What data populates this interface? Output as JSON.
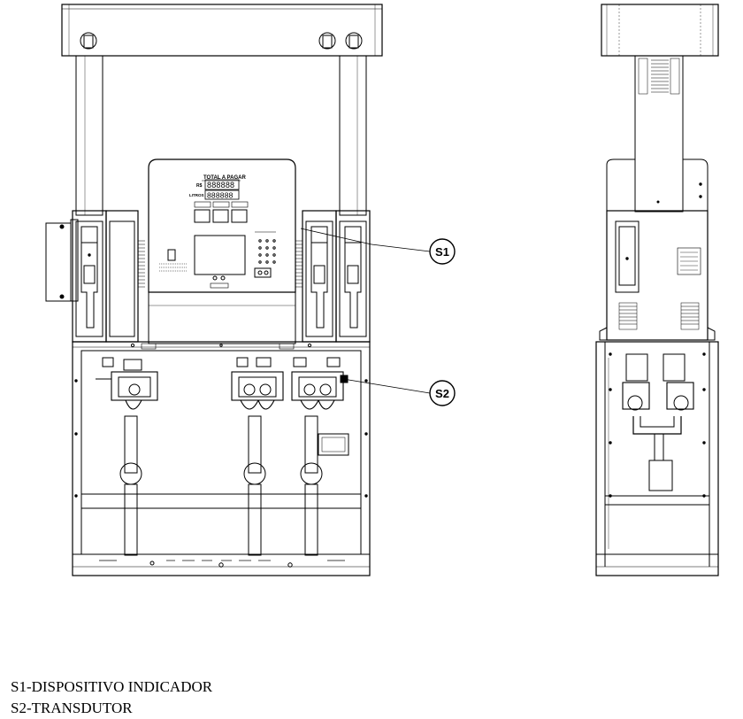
{
  "drawing": {
    "title": "",
    "display_header": "TOTAL A PAGAR",
    "display_currency": "R$",
    "display_volume": "LITROS",
    "display_digits": "888888",
    "brand_plate": "",
    "callouts": [
      {
        "id": "S1",
        "label": "S1"
      },
      {
        "id": "S2",
        "label": "S2"
      }
    ]
  },
  "legend": {
    "items": [
      {
        "code": "S1",
        "text": "S1-DISPOSITIVO INDICADOR"
      },
      {
        "code": "S2",
        "text": "S2-TRANSDUTOR"
      }
    ]
  },
  "colors": {
    "line": "#000000",
    "background": "#ffffff",
    "grey": "#777777"
  }
}
